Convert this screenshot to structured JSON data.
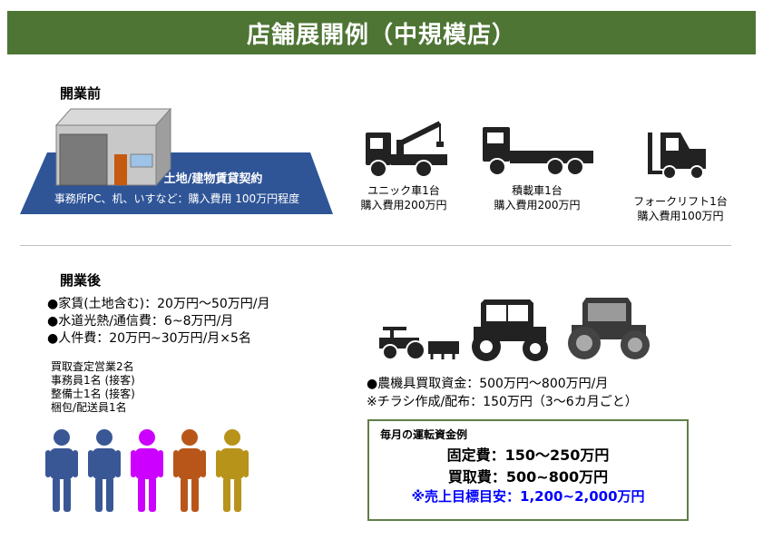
{
  "banner": {
    "title": "店舗展開例（中規模店）"
  },
  "before": {
    "heading": "開業前",
    "lot_label": "土地/建物賃貸契約",
    "office_line": "事務所PC、机、いすなど：購入費用 100万円程度",
    "vehicles": [
      {
        "name": "ユニック車1台",
        "cost": "購入費用200万円",
        "icon": "crane-truck-icon"
      },
      {
        "name": "積載車1台",
        "cost": "購入費用200万円",
        "icon": "flatbed-truck-icon"
      },
      {
        "name": "フォークリフト1台",
        "cost": "購入費用100万円",
        "icon": "forklift-icon"
      }
    ]
  },
  "after": {
    "heading": "開業後",
    "bullets": [
      "●家賃(土地含む)：20万円～50万円/月",
      "●水道光熱/通信費：6~8万円/月",
      "●人件費：20万円~30万円/月×5名"
    ],
    "staff": [
      "買取査定営業2名",
      "事務員1名 (接客)",
      "整備士1名 (接客)",
      "梱包/配送員1名"
    ],
    "people_colors": [
      "#3a5795",
      "#3a5795",
      "#cc00ff",
      "#b8561a",
      "#b8931a"
    ],
    "machinery_line": "●農機具買取資金：500万円～800万円/月",
    "flyer_line": "※チラシ作成/配布：150万円（3～6カ月ごと）"
  },
  "summary": {
    "title": "毎月の運転資金例",
    "fixed": "固定費：150～250万円",
    "purchase": "買取費：500~800万円",
    "target": "※売上目標目安：1,200~2,000万円"
  }
}
